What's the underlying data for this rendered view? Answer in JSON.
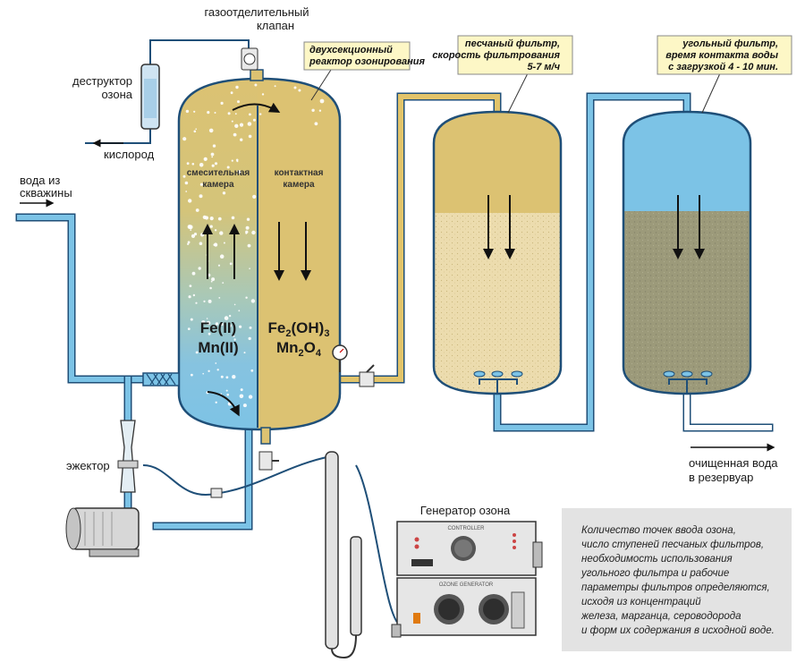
{
  "labels": {
    "gas_valve_line1": "газоотделительный",
    "gas_valve_line2": "клапан",
    "destructor_line1": "деструктор",
    "destructor_line2": "озона",
    "oxygen": "кислород",
    "water_in_line1": "вода из",
    "water_in_line2": "скважины",
    "mixing_line1": "смесительная",
    "mixing_line2": "камера",
    "contact_line1": "контактная",
    "contact_line2": "камера",
    "ejector": "эжектор",
    "generator_title": "Генератор озона",
    "clean_water_line1": "очищенная вода",
    "clean_water_line2": "в резервуар"
  },
  "chemistry": {
    "left_1": "Fe(II)",
    "left_2": "Mn(II)",
    "right_1_base": "Fe",
    "right_1_sub1": "2",
    "right_1_mid": "(OH)",
    "right_1_sub2": "3",
    "right_2_base": "Mn",
    "right_2_sub1": "2",
    "right_2_mid": "O",
    "right_2_sub2": "4"
  },
  "callouts": {
    "reactor_line1": "двухсекционный",
    "reactor_line2": "реактор озонирования",
    "sand_line1": "песчаный фильтр,",
    "sand_line2": "скорость фильтрования",
    "sand_line3": "5-7 м/ч",
    "carbon_line1": "угольный фильтр,",
    "carbon_line2": "время контакта воды",
    "carbon_line3": "с загрузкой 4 - 10 мин."
  },
  "generator": {
    "controller_label": "CONTROLLER",
    "ozone_label": "OZONE GENERATOR"
  },
  "info_box": {
    "lines": [
      "Количество точек ввода озона,",
      "число ступеней песчаных фильтров,",
      "необходимость использования",
      "угольного фильтра и рабочие",
      "параметры фильтров определяются,",
      "исходя из концентраций",
      "железа, марганца, сероводорода",
      "и форм их содержания в исходной воде."
    ]
  },
  "colors": {
    "water_blue": "#7cc3e6",
    "reactor_tan": "#dcc272",
    "sand": "#ecdcae",
    "carbon": "#9c9a7a",
    "pipe_outline": "#1f4f78",
    "callout_fill": "#fdf7c6",
    "info_box_bg": "#e3e3e3"
  }
}
